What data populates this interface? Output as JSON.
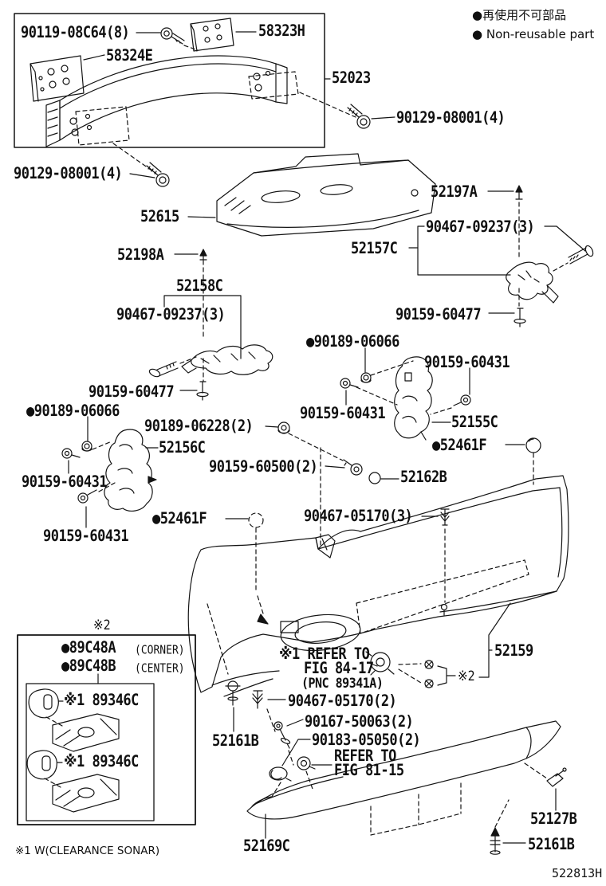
{
  "legend": {
    "jp": "●再使用不可部品",
    "en": "● Non-reusable part"
  },
  "callouts": [
    {
      "id": "bolt-90119-08C64",
      "text": "90119-08C64(8)"
    },
    {
      "id": "bracket-58323H",
      "text": "58323H"
    },
    {
      "id": "bracket-58324E",
      "text": "58324E"
    },
    {
      "id": "reinforcement-52023",
      "text": "52023"
    },
    {
      "id": "bolt-90129-08001-right",
      "text": "90129-08001(4)"
    },
    {
      "id": "bolt-90129-08001-left",
      "text": "90129-08001(4)"
    },
    {
      "id": "absorber-52615",
      "text": "52615"
    },
    {
      "id": "clip-52197A",
      "text": "52197A"
    },
    {
      "id": "screw-90467-09237-right",
      "text": "90467-09237(3)"
    },
    {
      "id": "support-52157C",
      "text": "52157C"
    },
    {
      "id": "screw-90159-60477-right",
      "text": "90159-60477"
    },
    {
      "id": "clip-52198A",
      "text": "52198A"
    },
    {
      "id": "support-52158C",
      "text": "52158C"
    },
    {
      "id": "screw-90467-09237-left",
      "text": "90467-09237(3)"
    },
    {
      "id": "screw-90159-60477-left",
      "text": "90159-60477"
    },
    {
      "id": "nut-90189-06066-right",
      "text": "●90189-06066"
    },
    {
      "id": "screw-90159-60431-1",
      "text": "90159-60431"
    },
    {
      "id": "screw-90159-60431-2",
      "text": "90159-60431"
    },
    {
      "id": "seal-52155C",
      "text": "52155C"
    },
    {
      "id": "cap-52461F-right",
      "text": "●52461F"
    },
    {
      "id": "nut-90189-06066-left",
      "text": "●90189-06066"
    },
    {
      "id": "bolt-90189-06228",
      "text": "90189-06228(2)"
    },
    {
      "id": "seal-52156C",
      "text": "52156C"
    },
    {
      "id": "screw-90159-60500",
      "text": "90159-60500(2)"
    },
    {
      "id": "cap-52162B",
      "text": "52162B"
    },
    {
      "id": "screw-90159-60431-3",
      "text": "90159-60431"
    },
    {
      "id": "cap-52461F-left",
      "text": "●52461F"
    },
    {
      "id": "clip-90467-05170-3",
      "text": "90467-05170(3)"
    },
    {
      "id": "screw-90159-60431-4",
      "text": "90159-60431"
    },
    {
      "id": "bumper-cover-52159",
      "text": "52159"
    },
    {
      "id": "note-fig-84-17-line1",
      "text": "※1 REFER TO"
    },
    {
      "id": "note-fig-84-17-line2",
      "text": "FIG 84-17"
    },
    {
      "id": "note-fig-84-17-line3",
      "text": "(PNC 89341A)"
    },
    {
      "id": "mark-2-retainers",
      "text": "※2"
    },
    {
      "id": "mark-2-inset",
      "text": "※2"
    },
    {
      "id": "retainer-89C48A",
      "text": "●89C48A"
    },
    {
      "id": "retainer-89C48A-suffix",
      "text": "(CORNER)"
    },
    {
      "id": "retainer-89C48B",
      "text": "●89C48B"
    },
    {
      "id": "retainer-89C48B-suffix",
      "text": "(CENTER)"
    },
    {
      "id": "sensor-89346C-1",
      "text": "※1 89346C"
    },
    {
      "id": "sensor-89346C-2",
      "text": "※1 89346C"
    },
    {
      "id": "clip-90467-05170-2",
      "text": "90467-05170(2)"
    },
    {
      "id": "screw-90167-50063",
      "text": "90167-50063(2)"
    },
    {
      "id": "clip-90183-05050",
      "text": "90183-05050(2)"
    },
    {
      "id": "clip-52161B-left",
      "text": "52161B"
    },
    {
      "id": "note-fig-81-15-line1",
      "text": "REFER TO"
    },
    {
      "id": "note-fig-81-15-line2",
      "text": "FIG 81-15"
    },
    {
      "id": "garnish-52169C",
      "text": "52169C"
    },
    {
      "id": "piece-52127B",
      "text": "52127B"
    },
    {
      "id": "clip-52161B-right",
      "text": "52161B"
    }
  ],
  "footnote": "※1 W(CLEARANCE SONAR)",
  "doc_code": "522813H"
}
